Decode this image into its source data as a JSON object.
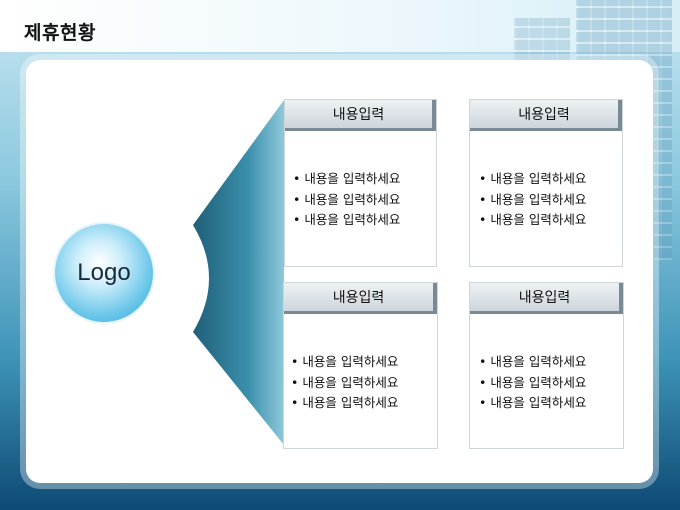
{
  "slide": {
    "title": "제휴현황",
    "logo_text": "Logo"
  },
  "cards": [
    {
      "header": "내용입력",
      "bullets": [
        "• 내용을 입력하세요",
        "• 내용을 입력하세요",
        "• 내용을 입력하세요"
      ]
    },
    {
      "header": "내용입력",
      "bullets": [
        "• 내용을 입력하세요",
        "• 내용을 입력하세요",
        "• 내용을 입력하세요"
      ]
    },
    {
      "header": "내용입력",
      "bullets": [
        "• 내용을 입력하세요",
        "• 내용을 입력하세요",
        "• 내용을 입력하세요"
      ]
    },
    {
      "header": "내용입력",
      "bullets": [
        "• 내용을 입력하세요",
        "• 내용을 입력하세요",
        "• 내용을 입력하세요"
      ]
    }
  ],
  "colors": {
    "accent": "#2aa4d6",
    "wedge": "#2f7f97",
    "header_bg": "#d6dee3"
  }
}
